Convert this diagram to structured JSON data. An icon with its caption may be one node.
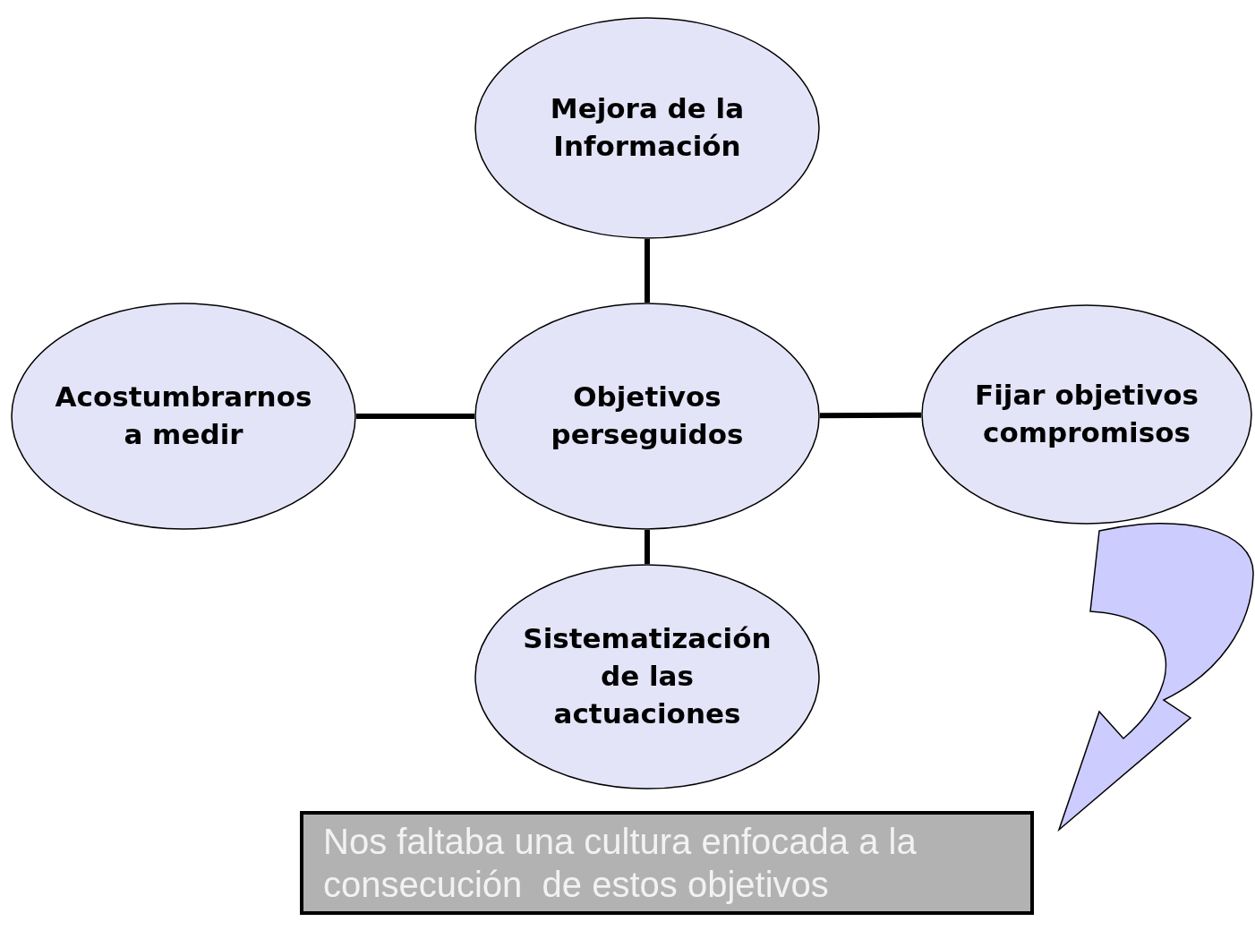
{
  "diagram": {
    "nodes": [
      {
        "text": [
          "Objetivos perseguidos"
        ]
      },
      {
        "text": [
          "Mejora de la Información"
        ]
      },
      {
        "text": [
          "Acostumbrarnos a medir"
        ]
      },
      {
        "text": [
          "Fijar objetivos compromisos"
        ]
      },
      {
        "text": [
          "Sistematización de las actuaciones"
        ]
      },
      {
        "text": [
          "Nos faltaba una cultura enfocada a la consecución  de estos objetivos"
        ]
      }
    ],
    "edges": [
      {
        "from": 0,
        "to": 1,
        "arrow": "none"
      },
      {
        "from": 2,
        "to": 0,
        "arrow": "none"
      },
      {
        "from": 0,
        "to": 3,
        "arrow": "none"
      },
      {
        "from": 0,
        "to": 4,
        "arrow": "none"
      },
      {
        "from": 3,
        "to": 5,
        "arrow": "to",
        "color": "#ccccff"
      }
    ]
  }
}
